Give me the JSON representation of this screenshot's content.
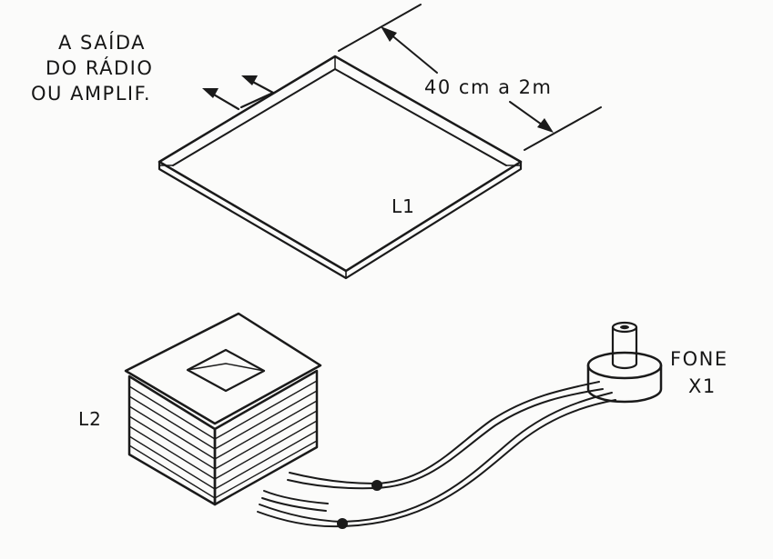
{
  "labels": {
    "output_line1": "A SAÍDA",
    "output_line2": "DO RÁDIO",
    "output_line3": "OU AMPLIF.",
    "dimension": "40 cm a 2m",
    "loop_coil": "L1",
    "pickup_coil": "L2",
    "earphone_line1": "FONE",
    "earphone_line2": "X1"
  },
  "colors": {
    "ink": "#1a1a1a",
    "paper": "#fbfbfa"
  }
}
